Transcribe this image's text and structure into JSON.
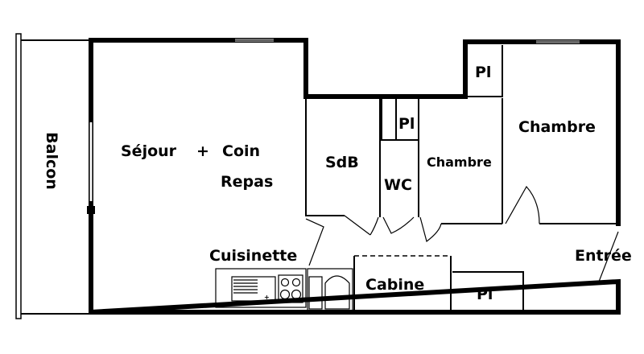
{
  "rooms": {
    "balcon": "Balcon",
    "sejour_line1_a": "Séjour",
    "sejour_plus": "+",
    "sejour_line1_b": "Coin",
    "sejour_line2": "Repas",
    "sdb": "SdB",
    "placard_small": "Pl",
    "wc": "WC",
    "chambre_middle": "Chambre",
    "placard_top_right": "Pl",
    "chambre_right": "Chambre",
    "cuisinette": "Cuisinette",
    "cabine": "Cabine",
    "placard_bottom": "Pl",
    "entree": "Entrée"
  },
  "fixtures": {
    "sink_plus": "+"
  }
}
